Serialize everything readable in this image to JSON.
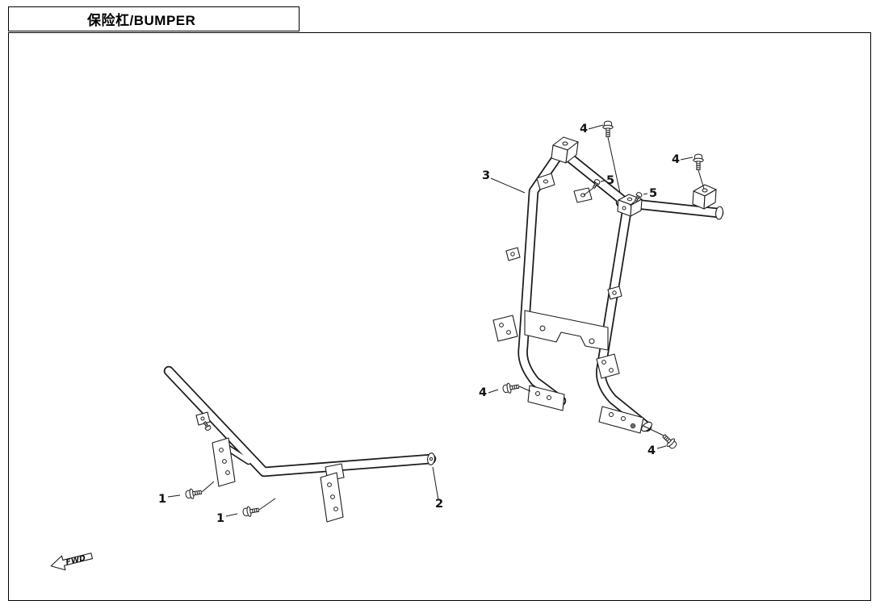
{
  "page": {
    "title": "保险杠/BUMPER"
  },
  "diagram": {
    "fwd_label": "FWD",
    "callouts": [
      {
        "label": "4"
      },
      {
        "label": "4"
      },
      {
        "label": "3"
      },
      {
        "label": "5"
      },
      {
        "label": "5"
      },
      {
        "label": "4"
      },
      {
        "label": "4"
      },
      {
        "label": "1"
      },
      {
        "label": "1"
      },
      {
        "label": "2"
      }
    ]
  }
}
